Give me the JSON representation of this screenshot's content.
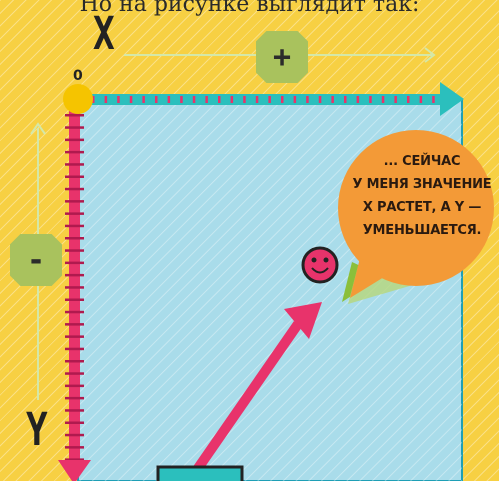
{
  "caption": "Но на рисунке выглядит так:",
  "axes": {
    "x_label": "X",
    "y_label": "Y",
    "origin_label": "0",
    "x_direction_sign": "+",
    "y_direction_sign": "-"
  },
  "speech_bubble": {
    "lines": [
      "... СЕЙЧАС",
      "У МЕНЯ ЗНАЧЕНИЕ",
      "X РАСТЕТ, А Y —",
      "УМЕНЬШАЕТСЯ."
    ]
  },
  "colors": {
    "background": "#f7d043",
    "plot_area": "#a9dcea",
    "x_axis": "#2bbfbd",
    "y_axis": "#e8336b",
    "origin_dot": "#f5c400",
    "speech_bubble": "#f39a37",
    "badge": "#a9c25d",
    "smiley": "#e8336b"
  },
  "icons": [
    "smiley-face-icon",
    "arrow-icon"
  ]
}
